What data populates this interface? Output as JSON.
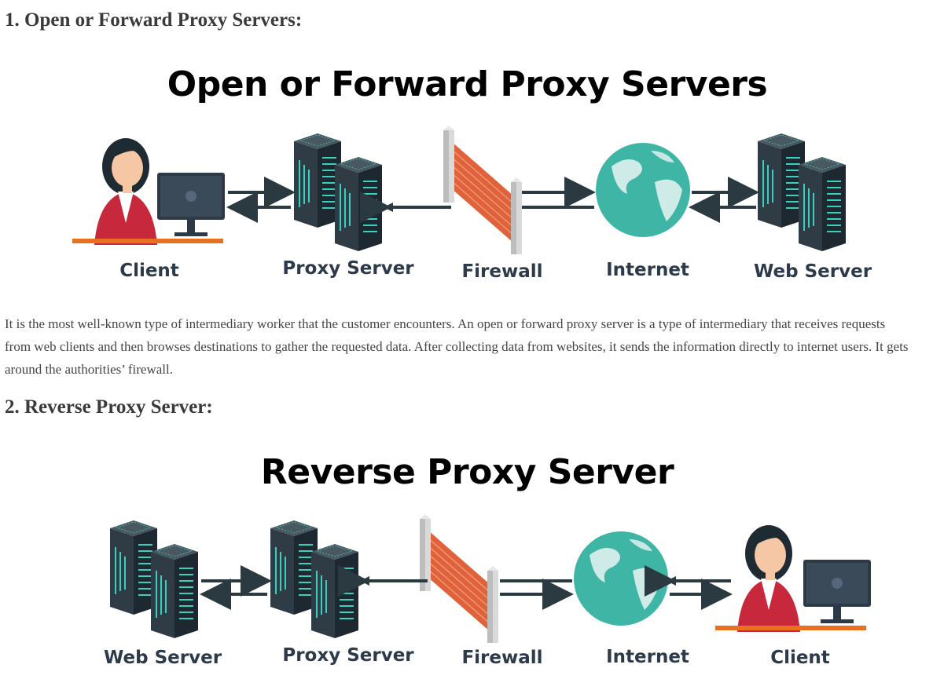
{
  "section1": {
    "heading": "1. Open or Forward Proxy Servers:",
    "diagram": {
      "title": "Open or Forward Proxy Servers",
      "labels": {
        "client": "Client",
        "proxy": "Proxy Server",
        "firewall": "Firewall",
        "internet": "Internet",
        "web": "Web Server"
      }
    },
    "paragraph": "It is the most well-known type of intermediary worker that the customer encounters. An open or forward proxy server is a type of intermediary that receives requests from web clients and then browses destinations to gather the requested data. After collecting data from websites, it sends the information directly to internet users. It gets around the authorities’ firewall."
  },
  "section2": {
    "heading": "2. Reverse Proxy Server:",
    "diagram": {
      "title": "Reverse Proxy Server",
      "labels": {
        "web": "Web Server",
        "proxy": "Proxy Server",
        "firewall": "Firewall",
        "internet": "Internet",
        "client": "Client"
      }
    }
  },
  "colors": {
    "server_body": "#2f3b45",
    "server_light": "#3ad0c0",
    "globe": "#3fb5a5",
    "brick": "#e0623a",
    "arrow": "#2a3a40",
    "desk": "#e8701f",
    "shirt": "#c8283c"
  },
  "icons": [
    "client-person-icon",
    "server-rack-icon",
    "firewall-brick-icon",
    "globe-icon"
  ]
}
